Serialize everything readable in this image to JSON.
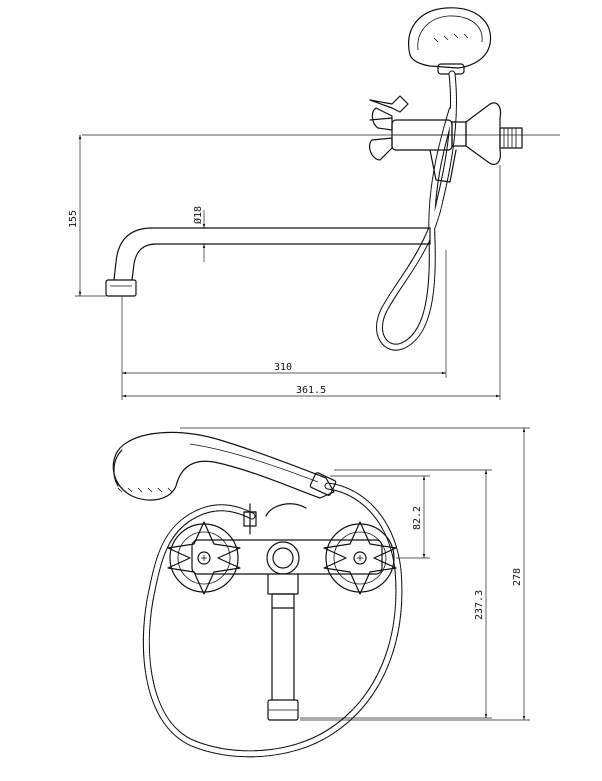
{
  "dimensions": {
    "height_155": "155",
    "diameter_18": "Ø18",
    "spout_310": "310",
    "overall_361_5": "361.5",
    "offset_82_2": "82.2",
    "height_237_3": "237.3",
    "height_278": "278"
  }
}
